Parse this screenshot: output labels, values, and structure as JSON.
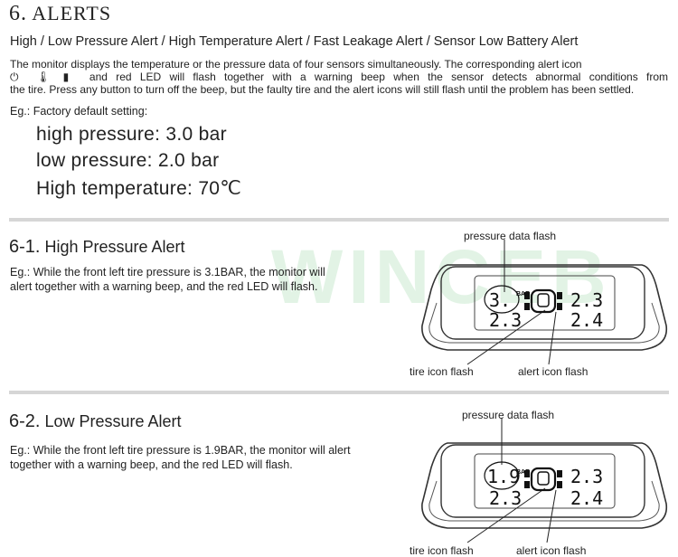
{
  "heading": {
    "number": "6.",
    "title": "ALERTS"
  },
  "subtitle": "High / Low Pressure Alert / High Temperature Alert / Fast Leakage Alert / Sensor Low Battery Alert",
  "intro": {
    "line1": "The monitor displays the temperature or the pressure data of four sensors simultaneously. The corresponding alert icon",
    "line2_text": "and red LED will flash together with a warning beep when the sensor detects abnormal conditions from",
    "line3": "the tire. Press any button to turn off the beep, but the faulty tire and the alert icons will still flash until the problem has been settled."
  },
  "icons": [
    "power-icon",
    "thermometer-icon",
    "battery-sensor-icon"
  ],
  "factory": {
    "label": "Eg.: Factory default setting:",
    "high_pressure": "high pressure: 3.0 bar",
    "low_pressure": "low pressure: 2.0 bar",
    "high_temperature": "High temperature: 70℃"
  },
  "watermark": "WINCEB",
  "sections": [
    {
      "number": "6-1.",
      "title": "High Pressure Alert",
      "text": "Eg.: While the front left tire pressure is 3.1BAR, the monitor will alert together with a warning beep, and the red LED will flash.",
      "display": {
        "fl": "3.",
        "fr": "2.3",
        "rl": "2.3",
        "rr": "2.4",
        "unit": "BAR"
      },
      "caption_top": "pressure data flash",
      "caption_tire": "tire icon flash",
      "caption_alert": "alert icon flash"
    },
    {
      "number": "6-2.",
      "title": "Low Pressure Alert",
      "text": "Eg.: While the front left tire pressure is 1.9BAR, the monitor will alert together with a warning beep, and the red LED will flash.",
      "display": {
        "fl": "1.9",
        "fr": "2.3",
        "rl": "2.3",
        "rr": "2.4",
        "unit": "BAR"
      },
      "caption_top": "pressure data flash",
      "caption_tire": "tire icon flash",
      "caption_alert": "alert icon flash"
    }
  ]
}
